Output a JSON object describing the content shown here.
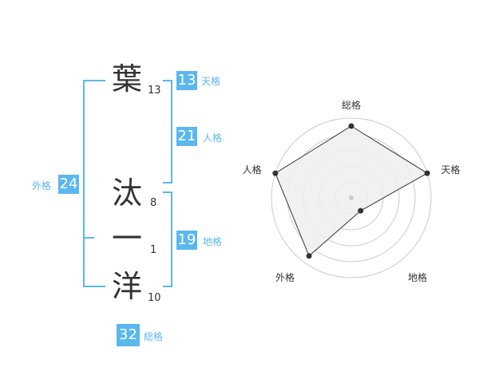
{
  "name": {
    "chars": [
      {
        "char": "葉",
        "strokes": "13"
      },
      {
        "char": "汰",
        "strokes": "8"
      },
      {
        "char": "一",
        "strokes": "1"
      },
      {
        "char": "洋",
        "strokes": "10"
      }
    ]
  },
  "kakusu": {
    "tenkaku": {
      "value": "13",
      "label": "天格"
    },
    "jinkaku": {
      "value": "21",
      "label": "人格"
    },
    "chikaku": {
      "value": "19",
      "label": "地格"
    },
    "gaikaku": {
      "value": "24",
      "label": "外格"
    },
    "soukaku": {
      "value": "32",
      "label": "総格"
    }
  },
  "colors": {
    "accent": "#5ab7ef",
    "text": "#333333",
    "grid": "#cccccc",
    "fill": "#eeeeee"
  },
  "chart_data": {
    "type": "radar",
    "axes": [
      "総格",
      "天格",
      "地格",
      "外格",
      "人格"
    ],
    "levels": 5,
    "max": 5,
    "values": [
      4.5,
      5,
      1,
      4.5,
      5
    ]
  }
}
